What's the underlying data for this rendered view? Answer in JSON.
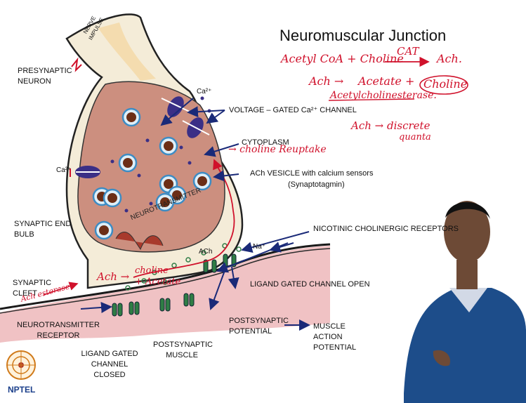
{
  "title": "Neuromuscular Junction",
  "labels": {
    "nerve_impulse": "NERVE IMPULSE",
    "presynaptic_neuron": "PRESYNAPTIC NEURON",
    "ca_top": "Ca²⁺",
    "ca_left": "Ca²⁺",
    "voltage_gated": "VOLTAGE – GATED Ca²⁺ CHANNEL",
    "cytoplasm": "CYTOPLASM",
    "ach_vesicle": "ACh VESICLE  with calcium sensors",
    "synaptotagmin": "(Synaptotagmin)",
    "synaptic_end_bulb": "SYNAPTIC END BULB",
    "neurotransmitter": "NEUROTRANSMITTER",
    "nicotinic": "NICOTINIC CHOLINERGIC RECEPTORS",
    "ach_small": "ACh",
    "na": "Na⁺",
    "ligand_open": "LIGAND GATED CHANNEL OPEN",
    "synaptic_cleft": "SYNAPTIC CLEFT",
    "neurotransmitter_receptor": "NEUROTRANSMITTER RECEPTOR",
    "ligand_closed": "LIGAND GATED CHANNEL CLOSED",
    "postsynaptic_muscle": "POSTSYNAPTIC MUSCLE",
    "postsynaptic_potential": "POSTSYNAPTIC POTENTIAL",
    "muscle_action_potential": "MUSCLE ACTION POTENTIAL"
  },
  "annotations": {
    "line1_left": "Acetyl CoA + Choline",
    "line1_enzyme": "CAT",
    "line1_product": "Ach.",
    "line2_left": "Ach →",
    "line2_mid": "Acetate +",
    "line2_choline": "Choline",
    "line3": "Acetylcholinesterase.",
    "line4": "Ach → discrete",
    "line5": "quanta",
    "choline_reuptake": "→ choline Reuptake",
    "cleft_reaction": "Ach →",
    "cleft_products_1": "choline",
    "cleft_products_2": "+ Acetate",
    "ache": "Ach esterase"
  },
  "logo": {
    "text": "NPTEL"
  },
  "colors": {
    "neuron_fill": "#f4ecd8",
    "cytoplasm_fill": "#cc8f7f",
    "muscle_fill": "#f0c2c4",
    "arrow": "#1a2a78",
    "ink": "#d0112b",
    "vesicle": "#3d8cc4",
    "receptor": "#2f7d45"
  }
}
